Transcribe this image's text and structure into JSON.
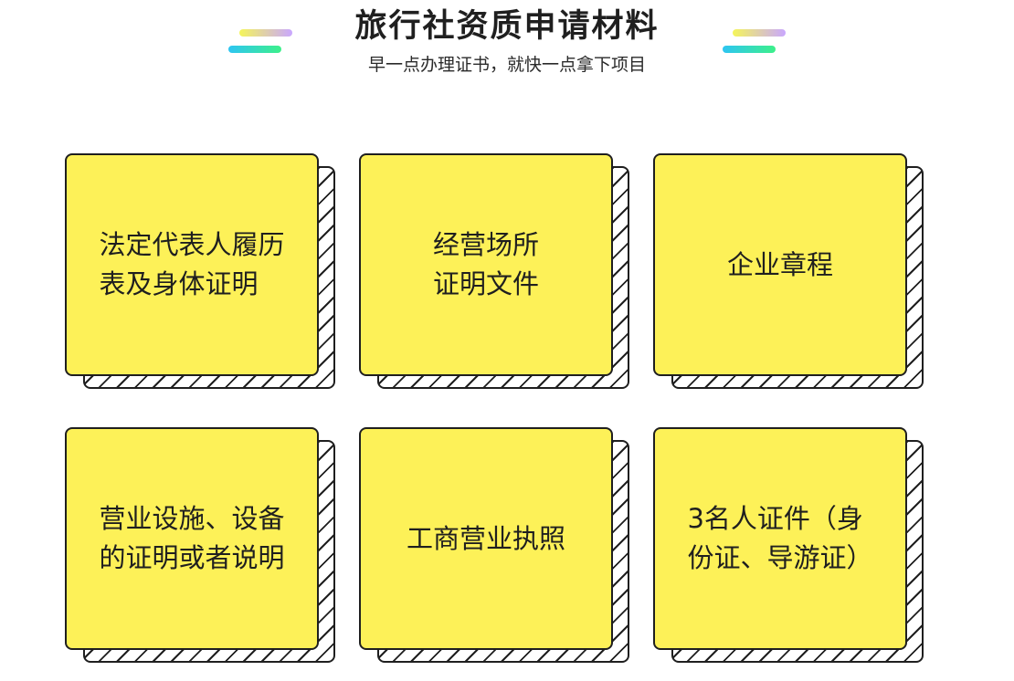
{
  "header": {
    "title": "旅行社资质申请材料",
    "subtitle": "早一点办理证书，就快一点拿下项目"
  },
  "decoration": {
    "top_gradient": [
      "#f4f55a",
      "#c9a7ff"
    ],
    "bottom_gradient": [
      "#2ec5f2",
      "#3df08a"
    ]
  },
  "colors": {
    "card_fill": "#fdf158",
    "ink": "#1f1f1f"
  },
  "cards": [
    {
      "text": "法定代表人履历\n表及身体证明"
    },
    {
      "text": "经营场所\n证明文件"
    },
    {
      "text": "企业章程"
    },
    {
      "text": "营业设施、设备\n的证明或者说明"
    },
    {
      "text": "工商营业执照"
    },
    {
      "text": "3名人证件（身\n份证、导游证）"
    }
  ]
}
